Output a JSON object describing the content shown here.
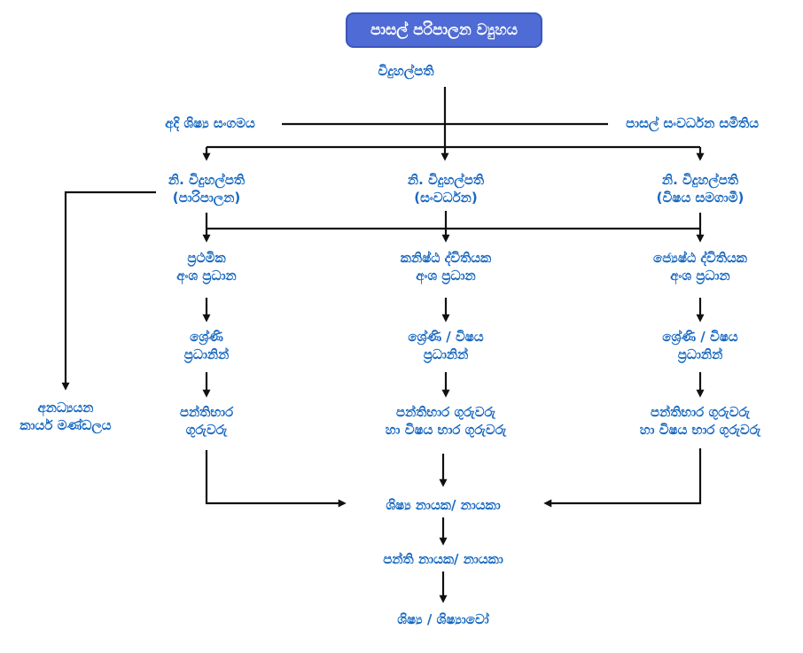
{
  "title": "පාසල් පරිපාලන ව්‍යුහය",
  "colors": {
    "title_bg": "#4F6BD5",
    "title_border": "#3C55BA",
    "title_text": "#FFFFFF",
    "node_text": "#1668C2",
    "line": "#111111"
  },
  "nodes": {
    "principal": "විදුහල්පති",
    "alumni_association": "අදි ශිෂ්‍ය සංගමය",
    "school_development_society": "පාසල් සංවර්ධන සමිතිය",
    "deputy_admin_line1": "නි. විදුහල්පති",
    "deputy_admin_line2": "(පාරිපාලන)",
    "deputy_development_line1": "නි. විදුහල්පති",
    "deputy_development_line2": "(සංවර්ධන)",
    "deputy_cocurricular_line1": "නි. විදුහල්පති",
    "deputy_cocurricular_line2": "(විෂය සමගාමී)",
    "nonacademic_staff_line1": "අනධ්‍යයන",
    "nonacademic_staff_line2": "කාර්ය මණ්ඩලය",
    "primary_section_line1": "ප්‍රථමික",
    "primary_section_line2": "අංශ ප්‍රධාන",
    "junior_secondary_section_line1": "කනිෂ්ඨ ද්විතියක",
    "junior_secondary_section_line2": "අංශ ප්‍රධාන",
    "senior_secondary_section_line1": "ජ්‍යෙෂ්ඨ ද්විතියක",
    "senior_secondary_section_line2": "අංශ ප්‍රධාන",
    "grade_heads_left_line1": "ශ්‍රේණි",
    "grade_heads_left_line2": "ප්‍රධානින්",
    "grade_subject_heads_mid_line1": "ශ්‍රේණි / විෂය",
    "grade_subject_heads_mid_line2": "ප්‍රධානින්",
    "grade_subject_heads_right_line1": "ශ්‍රේණි / විෂය",
    "grade_subject_heads_right_line2": "ප්‍රධානින්",
    "class_teachers_left_line1": "පන්තිභාර",
    "class_teachers_left_line2": "ගුරුවරු",
    "class_subject_teachers_mid_line1": "පන්තිභාර ගුරුවරු",
    "class_subject_teachers_mid_line2": "හා විෂය භාර ගුරුවරු",
    "class_subject_teachers_right_line1": "පන්තිභාර ගුරුවරු",
    "class_subject_teachers_right_line2": "හා විෂය භාර ගුරුවරු",
    "student_leaders": "ශිෂ්‍ය නායක/ නායකා",
    "class_leaders": "පන්ති නායක/ නායකා",
    "students": "ශිෂ්‍ය / ශිෂ්‍යාවෝ"
  }
}
